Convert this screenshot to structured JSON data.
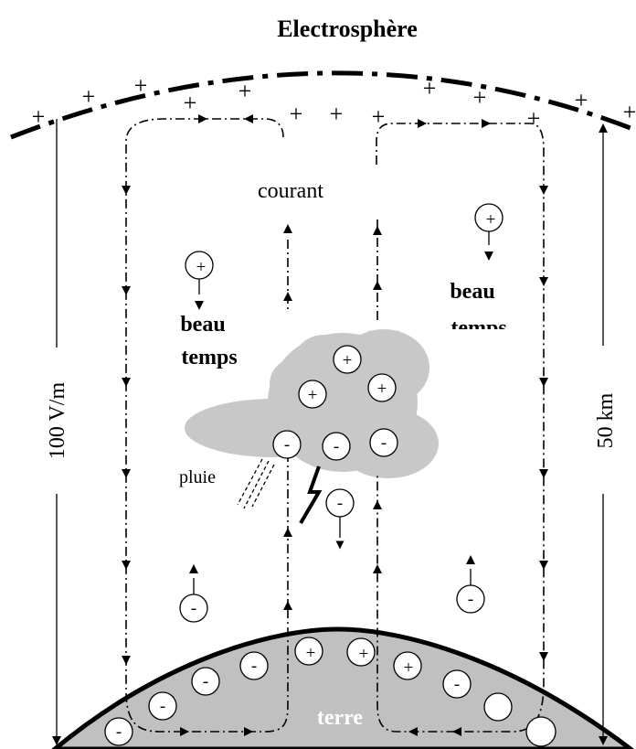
{
  "title": "Electrosphère",
  "labels": {
    "courant": "courant",
    "beau": "beau",
    "temps": "temps",
    "pluie": "pluie",
    "terre": "terre",
    "field": "100 V/m",
    "height": "50 km"
  },
  "signs": {
    "plus": "+",
    "minus": "-"
  }
}
